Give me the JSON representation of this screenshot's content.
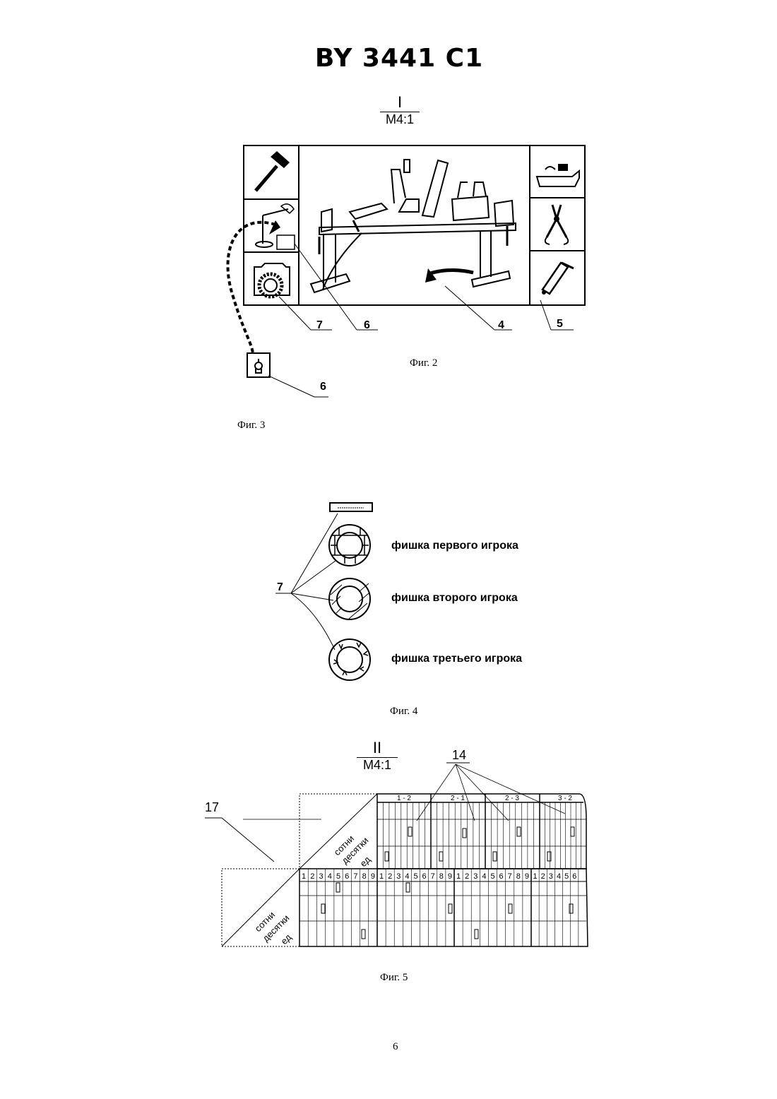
{
  "header": {
    "patent_number": "BY 3441 C1"
  },
  "detail_i": {
    "roman": "I",
    "scale": "М4:1"
  },
  "fig2": {
    "caption": "Фиг. 2",
    "callouts": [
      "7",
      "6",
      "4",
      "5"
    ]
  },
  "fig3": {
    "caption": "Фиг. 3",
    "callout": "6"
  },
  "fig4": {
    "caption": "Фиг. 4",
    "callout": "7",
    "chips": [
      {
        "label": "фишка первого игрока"
      },
      {
        "label": "фишка второго игрока"
      },
      {
        "label": "фишка третьего игрока"
      }
    ]
  },
  "detail_ii": {
    "roman": "II",
    "scale": "М4:1"
  },
  "fig5": {
    "caption": "Фиг. 5",
    "callout_14": "14",
    "callout_17": "17",
    "pairs": [
      "1 - 2",
      "2 - 1",
      "2 - 3",
      "3 - 2"
    ],
    "row_labels": [
      "сотни",
      "десятки",
      "ед"
    ],
    "digits_a": [
      "1",
      "2",
      "3",
      "4",
      "5",
      "6",
      "7",
      "8",
      "9"
    ],
    "digits_b": [
      "1",
      "2",
      "3",
      "4",
      "5",
      "6",
      "7",
      "8",
      "9"
    ],
    "digits_c": [
      "1",
      "2",
      "3",
      "4",
      "5",
      "6",
      "7",
      "8",
      "9"
    ],
    "digits_d": [
      "1",
      "2",
      "3",
      "4",
      "5",
      "6"
    ]
  },
  "page_number": "6"
}
